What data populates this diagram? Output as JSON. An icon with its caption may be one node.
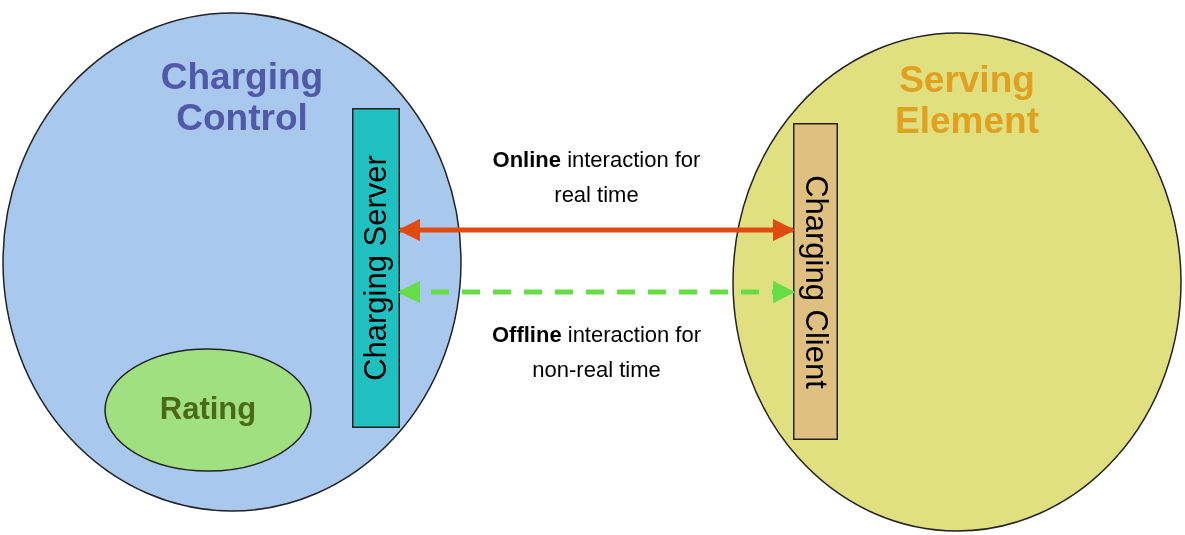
{
  "diagram": {
    "nodes": [
      {
        "text": [
          "Charging Control"
        ]
      },
      {
        "text": [
          "Charging Server"
        ],
        "in": 0
      },
      {
        "text": [
          "Rating"
        ],
        "in": 0
      },
      {
        "text": [
          "Serving Element"
        ]
      },
      {
        "text": [
          "Charging Client"
        ],
        "in": 3
      }
    ],
    "edges": [
      {
        "from": 1,
        "to": 4,
        "arrow": "both",
        "label": "**Online** interaction for real time",
        "color": "#e04a10"
      },
      {
        "from": 1,
        "to": 4,
        "arrow": "both",
        "label": "**Offline** interaction for non-real time",
        "style": "dashed",
        "color": "#66dd44"
      }
    ]
  }
}
